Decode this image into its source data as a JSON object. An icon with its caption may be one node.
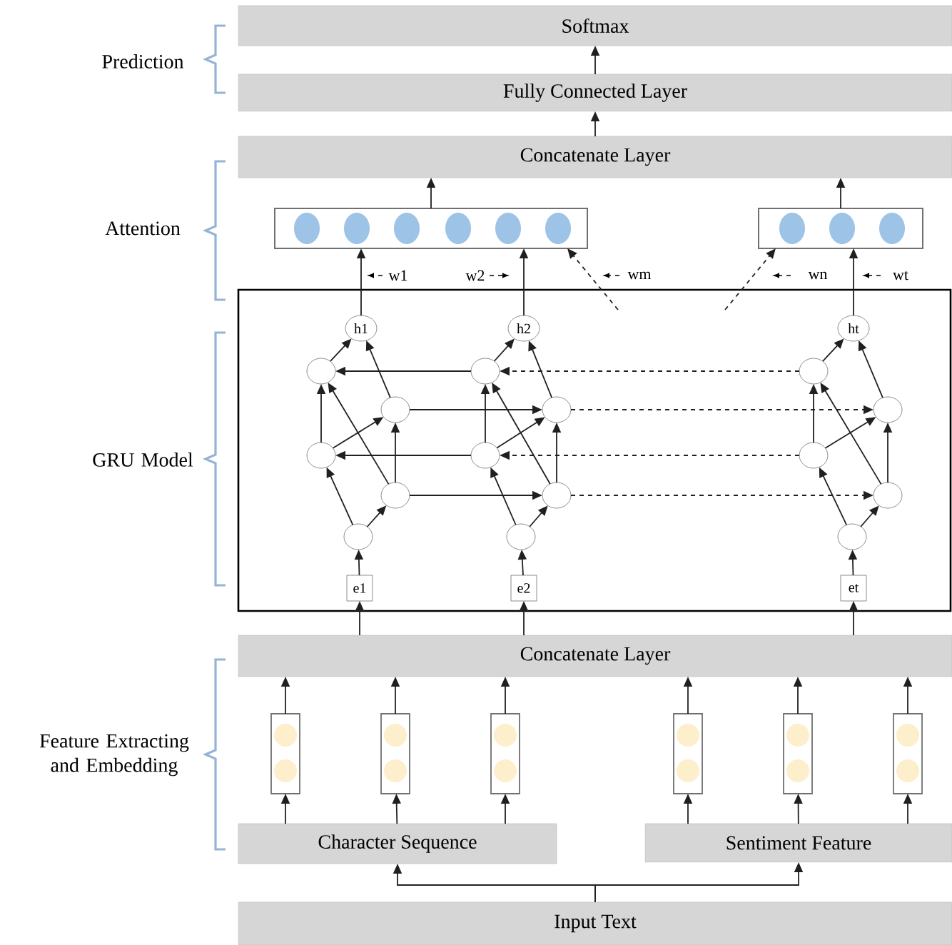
{
  "diagram": {
    "nodes": [
      {
        "text": [
          "Softmax"
        ]
      },
      {
        "text": [
          "Fully Connected Layer"
        ]
      },
      {
        "text": [
          "Concatenate Layer"
        ]
      },
      {
        "text": [],
        "shape": "box"
      },
      {
        "text": [],
        "shape": "box"
      },
      {
        "text": [],
        "shape": "box"
      },
      {
        "text": [
          "h1"
        ],
        "in": 5
      },
      {
        "text": [
          "h2"
        ],
        "in": 5
      },
      {
        "text": [
          "ht"
        ],
        "in": 5
      },
      {
        "text": [],
        "shape": "circle",
        "in": 5
      },
      {
        "text": [],
        "shape": "circle",
        "in": 5
      },
      {
        "text": [],
        "shape": "circle",
        "in": 5
      },
      {
        "text": [],
        "shape": "circle",
        "in": 5
      },
      {
        "text": [],
        "shape": "circle",
        "in": 5
      },
      {
        "text": [],
        "shape": "circle",
        "in": 5
      },
      {
        "text": [],
        "shape": "circle",
        "in": 5
      },
      {
        "text": [],
        "shape": "circle",
        "in": 5
      },
      {
        "text": [],
        "shape": "circle",
        "in": 5
      },
      {
        "text": [],
        "shape": "circle",
        "in": 5
      },
      {
        "text": [],
        "shape": "circle",
        "in": 5
      },
      {
        "text": [],
        "shape": "circle",
        "in": 5
      },
      {
        "text": [],
        "shape": "circle",
        "in": 5
      },
      {
        "text": [],
        "shape": "circle",
        "in": 5
      },
      {
        "text": [],
        "shape": "circle",
        "in": 5
      },
      {
        "text": [
          "e1"
        ],
        "in": 5
      },
      {
        "text": [
          "e2"
        ],
        "in": 5
      },
      {
        "text": [
          "et"
        ],
        "in": 5
      },
      {
        "text": [
          "Concatenate Layer"
        ]
      },
      {
        "text": [],
        "shape": "box"
      },
      {
        "text": [],
        "shape": "box"
      },
      {
        "text": [],
        "shape": "box"
      },
      {
        "text": [],
        "shape": "box"
      },
      {
        "text": [],
        "shape": "box"
      },
      {
        "text": [],
        "shape": "box"
      },
      {
        "text": [
          "Character Sequence"
        ]
      },
      {
        "text": [
          "Sentiment Feature"
        ]
      },
      {
        "text": [
          "Input Text"
        ]
      }
    ],
    "edges": [
      {
        "from": 1,
        "to": 0,
        "arrow": "to"
      },
      {
        "from": 2,
        "to": 1,
        "arrow": "to"
      },
      {
        "from": 3,
        "to": 2,
        "arrow": "to"
      },
      {
        "from": 4,
        "to": 2,
        "arrow": "to"
      },
      {
        "from": 6,
        "to": 3,
        "arrow": "to"
      },
      {
        "from": 7,
        "to": 3,
        "arrow": "to"
      },
      {
        "from": 8,
        "to": 4,
        "arrow": "to"
      },
      {
        "from": null,
        "to": 3,
        "arrow": "to",
        "style": "dashed"
      },
      {
        "from": null,
        "to": 4,
        "arrow": "to",
        "style": "dashed"
      },
      {
        "from": 24,
        "to": 13,
        "arrow": "to"
      },
      {
        "from": 13,
        "to": 11,
        "arrow": "to"
      },
      {
        "from": 13,
        "to": 12,
        "arrow": "to"
      },
      {
        "from": 11,
        "to": 9,
        "arrow": "to"
      },
      {
        "from": 11,
        "to": 10,
        "arrow": "to"
      },
      {
        "from": 12,
        "to": 10,
        "arrow": "to"
      },
      {
        "from": 12,
        "to": 9,
        "arrow": "to"
      },
      {
        "from": 9,
        "to": 6,
        "arrow": "to"
      },
      {
        "from": 10,
        "to": 6,
        "arrow": "to"
      },
      {
        "from": 25,
        "to": 18,
        "arrow": "to"
      },
      {
        "from": 18,
        "to": 16,
        "arrow": "to"
      },
      {
        "from": 18,
        "to": 17,
        "arrow": "to"
      },
      {
        "from": 16,
        "to": 14,
        "arrow": "to"
      },
      {
        "from": 16,
        "to": 15,
        "arrow": "to"
      },
      {
        "from": 17,
        "to": 15,
        "arrow": "to"
      },
      {
        "from": 17,
        "to": 14,
        "arrow": "to"
      },
      {
        "from": 14,
        "to": 7,
        "arrow": "to"
      },
      {
        "from": 15,
        "to": 7,
        "arrow": "to"
      },
      {
        "from": 26,
        "to": 23,
        "arrow": "to"
      },
      {
        "from": 23,
        "to": 21,
        "arrow": "to"
      },
      {
        "from": 23,
        "to": 22,
        "arrow": "to"
      },
      {
        "from": 21,
        "to": 19,
        "arrow": "to"
      },
      {
        "from": 21,
        "to": 20,
        "arrow": "to"
      },
      {
        "from": 22,
        "to": 20,
        "arrow": "to"
      },
      {
        "from": 22,
        "to": 19,
        "arrow": "to"
      },
      {
        "from": 19,
        "to": 8,
        "arrow": "to"
      },
      {
        "from": 20,
        "to": 8,
        "arrow": "to"
      },
      {
        "from": 14,
        "to": 9,
        "arrow": "to"
      },
      {
        "from": 16,
        "to": 11,
        "arrow": "to"
      },
      {
        "from": 10,
        "to": 15,
        "arrow": "to"
      },
      {
        "from": 12,
        "to": 17,
        "arrow": "to"
      },
      {
        "from": 19,
        "to": 14,
        "arrow": "to",
        "style": "dashed"
      },
      {
        "from": 21,
        "to": 16,
        "arrow": "to",
        "style": "dashed"
      },
      {
        "from": 15,
        "to": 20,
        "arrow": "to",
        "style": "dashed"
      },
      {
        "from": 17,
        "to": 22,
        "arrow": "to",
        "style": "dashed"
      },
      {
        "from": 27,
        "to": 24,
        "arrow": "to"
      },
      {
        "from": 27,
        "to": 25,
        "arrow": "to"
      },
      {
        "from": 27,
        "to": 26,
        "arrow": "to"
      },
      {
        "from": 28,
        "to": 27,
        "arrow": "to"
      },
      {
        "from": 29,
        "to": 27,
        "arrow": "to"
      },
      {
        "from": 30,
        "to": 27,
        "arrow": "to"
      },
      {
        "from": 31,
        "to": 27,
        "arrow": "to"
      },
      {
        "from": 32,
        "to": 27,
        "arrow": "to"
      },
      {
        "from": 33,
        "to": 27,
        "arrow": "to"
      },
      {
        "from": 34,
        "to": 28,
        "arrow": "to"
      },
      {
        "from": 34,
        "to": 29,
        "arrow": "to"
      },
      {
        "from": 34,
        "to": 30,
        "arrow": "to"
      },
      {
        "from": 35,
        "to": 31,
        "arrow": "to"
      },
      {
        "from": 35,
        "to": 32,
        "arrow": "to"
      },
      {
        "from": 35,
        "to": 33,
        "arrow": "to"
      },
      {
        "from": 36,
        "to": 34,
        "arrow": "to"
      },
      {
        "from": 36,
        "to": 35,
        "arrow": "to"
      }
    ],
    "labels": [
      "Prediction",
      "Attention",
      "w1",
      "w2",
      "wm",
      "wn",
      "wt",
      "GRU Model",
      "Feature Extracting and Embedding"
    ]
  }
}
